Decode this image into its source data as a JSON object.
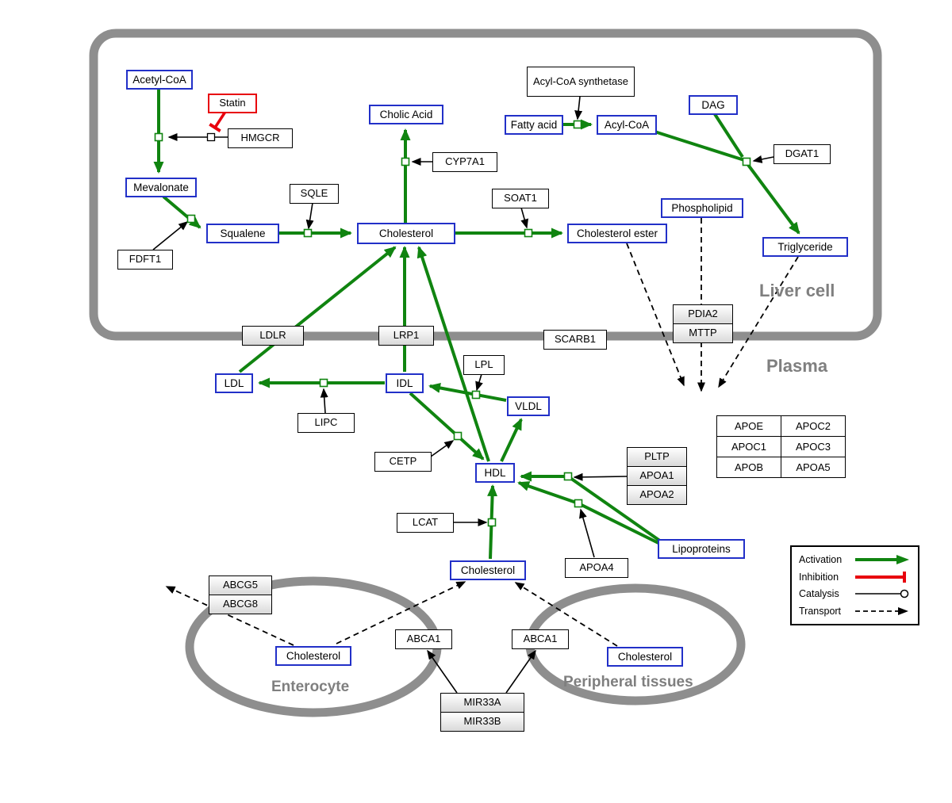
{
  "labels": {
    "liver": "Liver cell",
    "plasma": "Plasma",
    "enterocyte": "Enterocyte",
    "peripheral": "Peripheral tissues"
  },
  "metabolites": {
    "acetyl_coa": "Acetyl-CoA",
    "mevalonate": "Mevalonate",
    "squalene": "Squalene",
    "cholic_acid": "Cholic Acid",
    "cholesterol_liver": "Cholesterol",
    "fatty_acid": "Fatty acid",
    "acyl_coa": "Acyl-CoA",
    "dag": "DAG",
    "phospholipid": "Phospholipid",
    "cholesterol_ester": "Cholesterol ester",
    "triglyceride": "Triglyceride",
    "ldl": "LDL",
    "idl": "IDL",
    "vldl": "VLDL",
    "hdl": "HDL",
    "cholesterol_plasma": "Cholesterol",
    "cholesterol_enterocyte": "Cholesterol",
    "cholesterol_peripheral": "Cholesterol",
    "lipoproteins": "Lipoproteins"
  },
  "proteins": {
    "statin": "Statin",
    "hmgcr": "HMGCR",
    "sqle": "SQLE",
    "fdft1": "FDFT1",
    "cyp7a1": "CYP7A1",
    "soat1": "SOAT1",
    "acyl_coa_synthetase": "Acyl-CoA synthetase",
    "dgat1": "DGAT1",
    "pdia2": "PDIA2",
    "mttp": "MTTP",
    "ldlr": "LDLR",
    "lrp1": "LRP1",
    "scarb1": "SCARB1",
    "lpl": "LPL",
    "lipc": "LIPC",
    "cetp": "CETP",
    "lcat": "LCAT",
    "pltp": "PLTP",
    "apoa1": "APOA1",
    "apoa2": "APOA2",
    "apoa4": "APOA4",
    "abcg5": "ABCG5",
    "abcg8": "ABCG8",
    "abca1_left": "ABCA1",
    "abca1_right": "ABCA1",
    "mir33a": "MIR33A",
    "mir33b": "MIR33B"
  },
  "apo_table": [
    [
      "APOE",
      "APOC2"
    ],
    [
      "APOC1",
      "APOC3"
    ],
    [
      "APOB",
      "APOA5"
    ]
  ],
  "legend": {
    "activation": "Activation",
    "inhibition": "Inhibition",
    "catalysis": "Catalysis",
    "transport": "Transport"
  },
  "colors": {
    "activation": "#108410",
    "inhibition": "#e8000d",
    "metabolite_border": "#2230c8",
    "compartment": "#8e8e8e"
  }
}
